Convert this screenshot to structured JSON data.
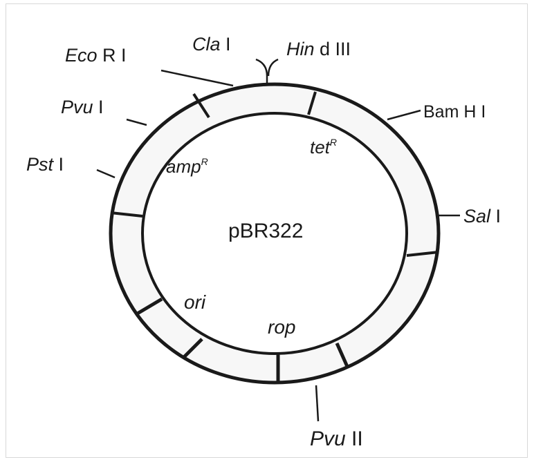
{
  "plasmid": {
    "name": "pBR322"
  },
  "sites": {
    "eco": {
      "italic": "Eco",
      "rest": " R I"
    },
    "cla": {
      "italic": "Cla",
      "rest": " I"
    },
    "hind": {
      "italic": "Hin",
      "rest": " d III"
    },
    "bam": {
      "text": "Bam H I"
    },
    "sal": {
      "italic": "Sal",
      "rest": " I"
    },
    "pvu1": {
      "italic": "Pvu",
      "rest": " I"
    },
    "pst": {
      "italic": "Pst",
      "rest": " I"
    },
    "pvu2": {
      "italic": "Pvu",
      "rest": " II"
    }
  },
  "genes": {
    "amp": {
      "text": "amp",
      "sup": "R"
    },
    "tet": {
      "text": "tet",
      "sup": "R"
    },
    "ori": {
      "text": "ori"
    },
    "rop": {
      "text": "rop"
    }
  },
  "colors": {
    "ink": "#1a1a1a",
    "band_fill": "#f7f7f7",
    "background": "#ffffff"
  }
}
